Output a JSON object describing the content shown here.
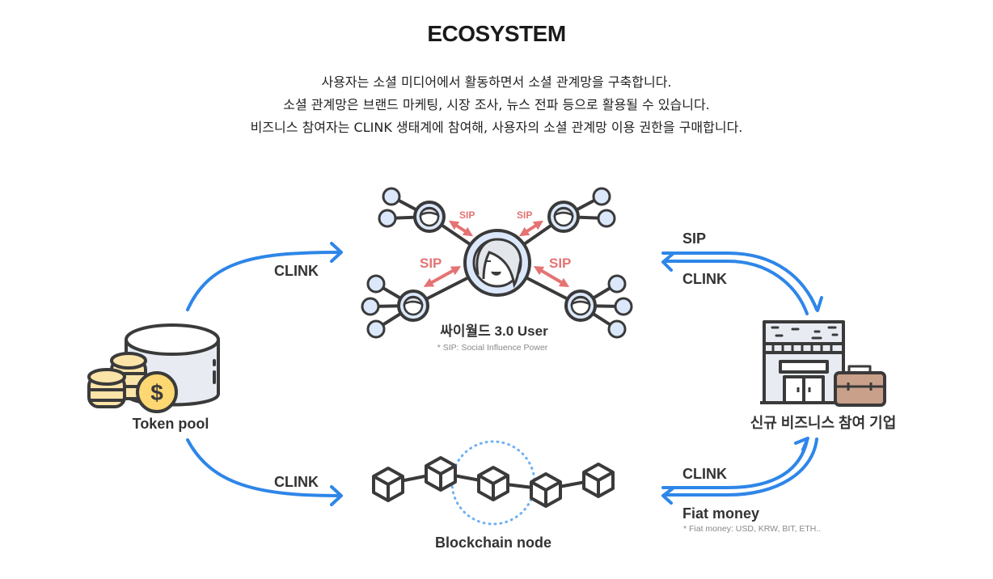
{
  "header": {
    "title": "ECOSYSTEM",
    "description": [
      "사용자는 소셜 미디어에서 활동하면서 소셜 관계망을 구축합니다.",
      "소셜 관계망은 브랜드 마케팅, 시장 조사, 뉴스 전파 등으로 활용될 수 있습니다.",
      "비즈니스 참여자는 CLINK 생태계에 참여해, 사용자의 소셜 관계망 이용 권한을 구매합니다."
    ]
  },
  "nodes": {
    "token_pool": {
      "label": "Token pool",
      "icon": "database-coins-icon"
    },
    "user": {
      "label": "싸이월드 3.0 User",
      "note": "* SIP: Social Influence Power",
      "icon": "user-network-icon"
    },
    "business": {
      "label": "신규 비즈니스 참여 기업",
      "icon": "store-briefcase-icon"
    },
    "blockchain": {
      "label": "Blockchain node",
      "icon": "blockchain-cubes-icon"
    }
  },
  "flows": {
    "pool_to_user": "CLINK",
    "pool_to_blockchain": "CLINK",
    "user_business_top": "SIP",
    "user_business_bottom": "CLINK",
    "business_blockchain_top": "CLINK",
    "business_blockchain_bottom": "Fiat money",
    "fiat_note": "* Fiat money: USD, KRW, BIT, ETH.."
  },
  "sip_labels": [
    "SIP",
    "SIP",
    "SIP",
    "SIP"
  ],
  "colors": {
    "arrow": "#2e86e8",
    "sip": "#e57373",
    "outline": "#3a3a3a",
    "node_fill": "#dbe8fb",
    "coin": "#fbe4a8",
    "coin_dark": "#fcd772",
    "briefcase": "#c9a08a",
    "cylinder": "#e8ecf2"
  }
}
